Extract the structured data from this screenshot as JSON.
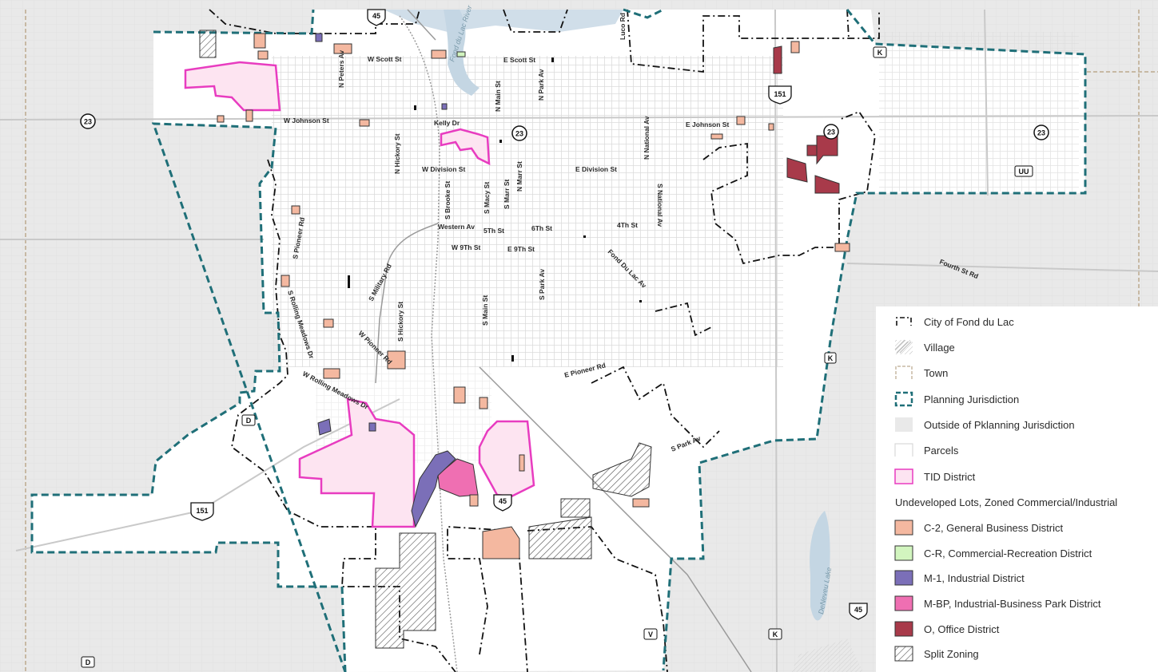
{
  "map": {
    "streets": [
      {
        "name": "w-scott",
        "label": "W Scott St"
      },
      {
        "name": "e-scott",
        "label": "E Scott St"
      },
      {
        "name": "w-johnson",
        "label": "W Johnson St"
      },
      {
        "name": "e-johnson",
        "label": "E Johnson St"
      },
      {
        "name": "kelly",
        "label": "Kelly Dr"
      },
      {
        "name": "w-division",
        "label": "W Division St"
      },
      {
        "name": "e-division",
        "label": "E Division St"
      },
      {
        "name": "western",
        "label": "Western Av"
      },
      {
        "name": "5th",
        "label": "5Th St"
      },
      {
        "name": "6th",
        "label": "6Th St"
      },
      {
        "name": "4th",
        "label": "4Th St"
      },
      {
        "name": "w-9th",
        "label": "W 9Th St"
      },
      {
        "name": "e-9th",
        "label": "E 9Th St"
      },
      {
        "name": "n-peters",
        "label": "N Peters Av"
      },
      {
        "name": "n-hickory",
        "label": "N Hickory St"
      },
      {
        "name": "s-brooke",
        "label": "S Brooke St"
      },
      {
        "name": "s-macy",
        "label": "S Macy St"
      },
      {
        "name": "n-main",
        "label": "N Main St"
      },
      {
        "name": "n-marr",
        "label": "N Marr St"
      },
      {
        "name": "s-marr",
        "label": "S Marr St"
      },
      {
        "name": "n-park",
        "label": "N Park Av"
      },
      {
        "name": "s-park",
        "label": "S Park Av"
      },
      {
        "name": "s-park-2",
        "label": "S Park Av"
      },
      {
        "name": "n-national",
        "label": "N National Av"
      },
      {
        "name": "s-national",
        "label": "S National Av"
      },
      {
        "name": "luco",
        "label": "Luco Rd"
      },
      {
        "name": "fond-du-lac-av",
        "label": "Fond Du Lac Av"
      },
      {
        "name": "fourth-st-rd",
        "label": "Fourth St Rd"
      },
      {
        "name": "s-pioneer",
        "label": "S Pioneer Rd"
      },
      {
        "name": "s-military",
        "label": "S Military Rd"
      },
      {
        "name": "s-hickory",
        "label": "S Hickory St"
      },
      {
        "name": "s-main",
        "label": "S Main St"
      },
      {
        "name": "w-pioneer",
        "label": "W Pioneer Rd"
      },
      {
        "name": "e-pioneer",
        "label": "E Pioneer Rd"
      },
      {
        "name": "s-rolling",
        "label": "S Rolling Meadows Dr"
      },
      {
        "name": "w-rolling",
        "label": "W Rolling Meadows Dr"
      }
    ],
    "water_labels": {
      "river": "Fond du Lac River",
      "lake": "DeNeveu Lake"
    },
    "route_shields": {
      "r23a": "23",
      "r23b": "23",
      "r23c": "23",
      "r23d": "23",
      "r45a": "45",
      "r45b": "45",
      "r45c": "45",
      "r151a": "151",
      "r151b": "151",
      "k1": "K",
      "k2": "K",
      "k3": "K",
      "d1": "D",
      "d2": "D",
      "v1": "V",
      "uu": "UU"
    }
  },
  "legend": {
    "items": [
      {
        "key": "city",
        "label": "City of Fond du Lac"
      },
      {
        "key": "village",
        "label": "Village"
      },
      {
        "key": "town",
        "label": "Town"
      },
      {
        "key": "planning",
        "label": "Planning Jurisdiction"
      },
      {
        "key": "outside",
        "label": "Outside of Pklanning Jurisdiction"
      },
      {
        "key": "parcels",
        "label": "Parcels"
      },
      {
        "key": "tid",
        "label": "TID District"
      }
    ],
    "subheading": "Undeveloped Lots, Zoned Commercial/Industrial",
    "zoning": [
      {
        "key": "c2",
        "label": "C-2, General Business District",
        "color": "#f4b8a0"
      },
      {
        "key": "cr",
        "label": "C-R, Commercial-Recreation District",
        "color": "#d2f5bf"
      },
      {
        "key": "m1",
        "label": "M-1, Industrial District",
        "color": "#7b6fb8"
      },
      {
        "key": "mbp",
        "label": "M-BP, Industrial-Business Park District",
        "color": "#ef6fb2"
      },
      {
        "key": "o",
        "label": "O, Office District",
        "color": "#a83a4a"
      },
      {
        "key": "split",
        "label": "Split Zoning",
        "color": "#888888"
      }
    ]
  },
  "colors": {
    "outside": "#e9e9e9",
    "inside": "#ffffff",
    "planning": "#1f6f78",
    "tid": "#e83cc0",
    "tid_fill": "#fde4f1",
    "water": "#c4d6e3",
    "town": "#c7b9a4"
  }
}
